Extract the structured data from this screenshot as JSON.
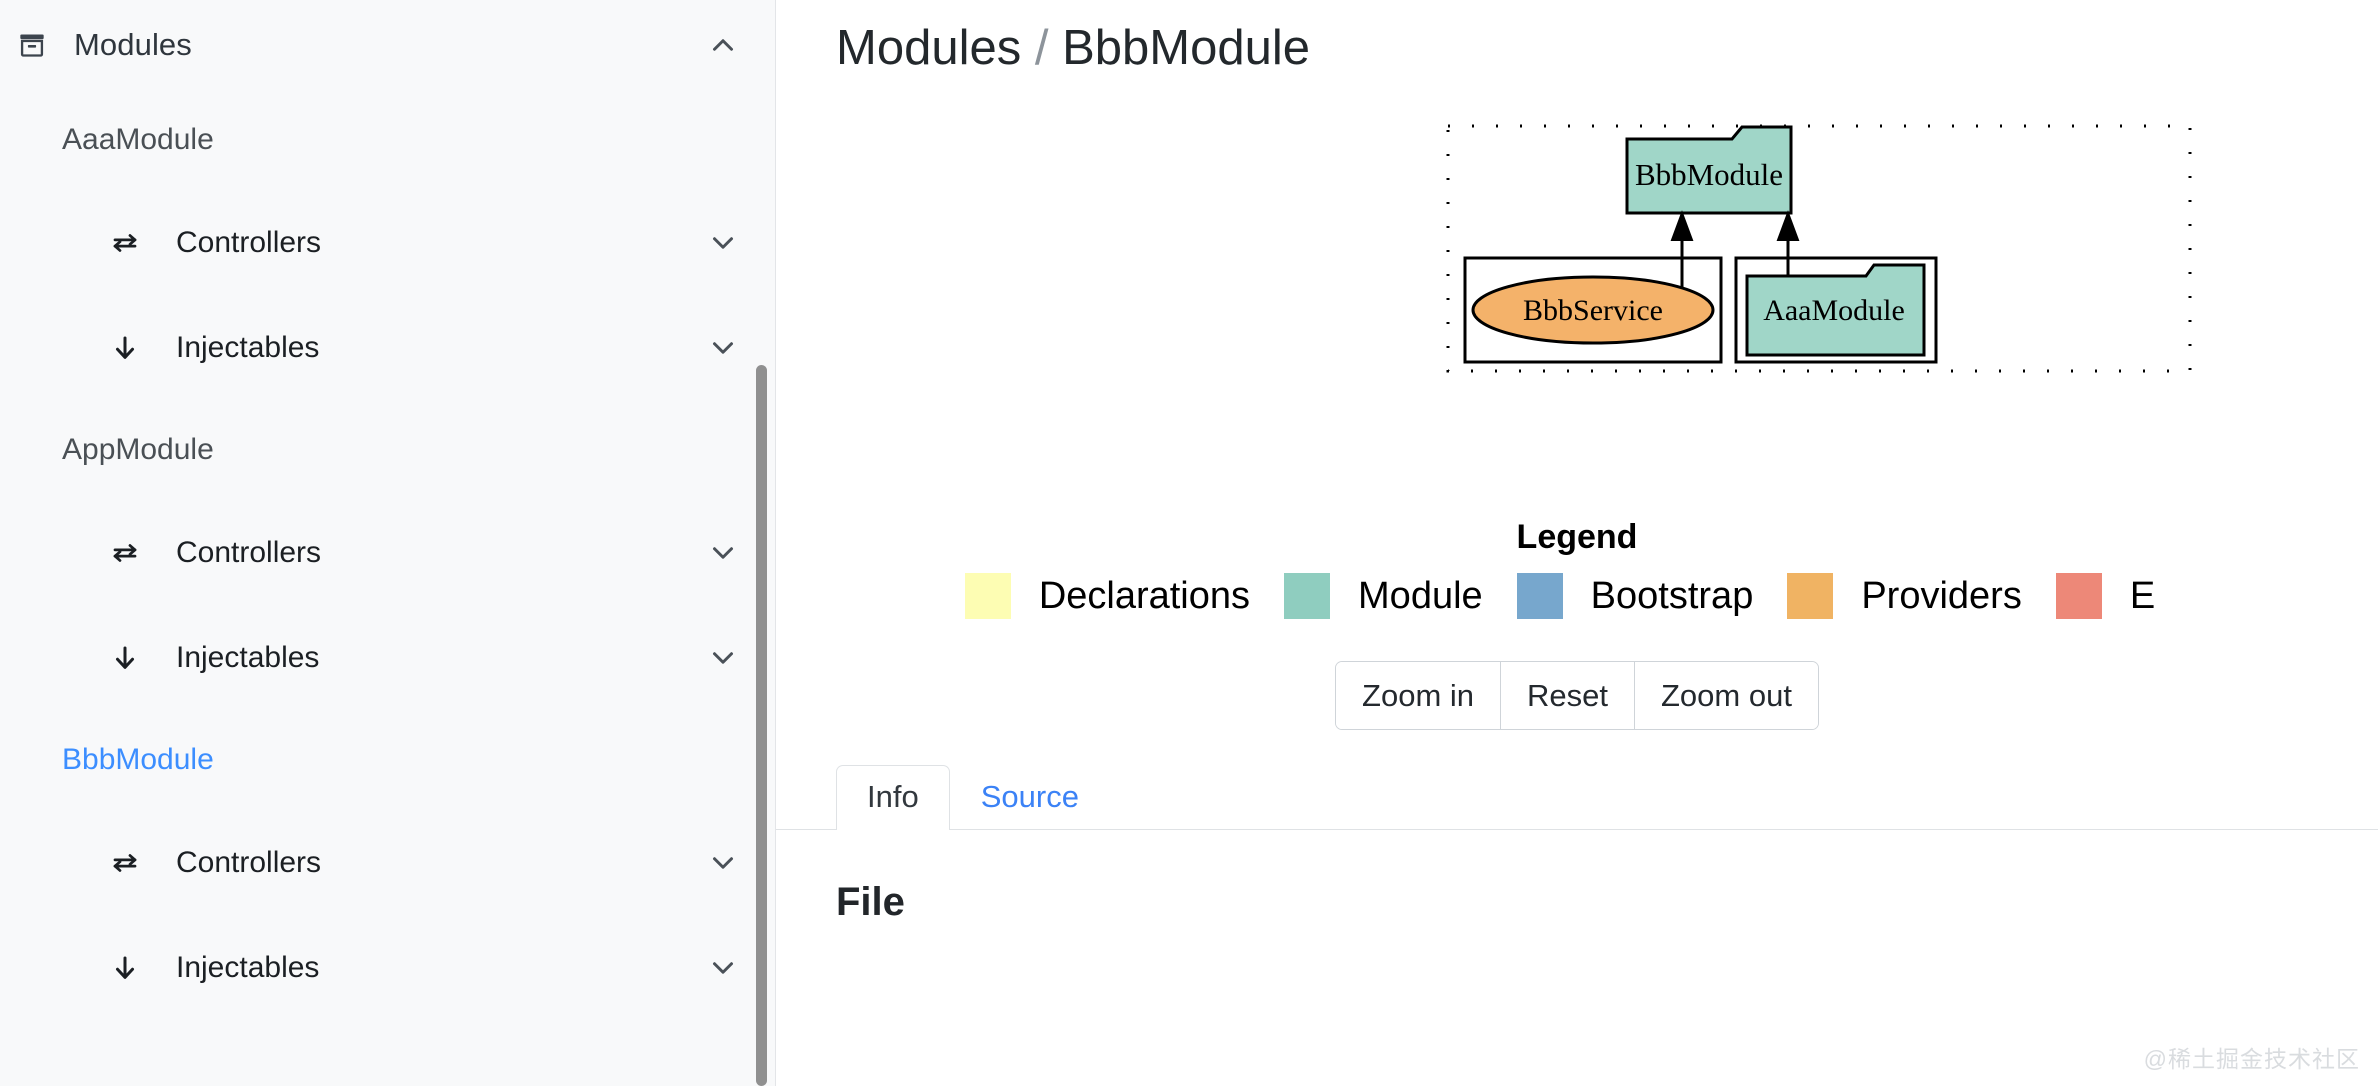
{
  "sidebar": {
    "header": {
      "label": "Modules",
      "icon": "archive-icon",
      "chevron": "chevron-up-icon"
    },
    "groups": [
      {
        "name": "AaaModule",
        "active": false,
        "items": [
          {
            "label": "Controllers",
            "icon": "exchange-arrows-icon",
            "chevron": "chevron-down-icon"
          },
          {
            "label": "Injectables",
            "icon": "arrow-down-icon",
            "chevron": "chevron-down-icon"
          }
        ]
      },
      {
        "name": "AppModule",
        "active": false,
        "items": [
          {
            "label": "Controllers",
            "icon": "exchange-arrows-icon",
            "chevron": "chevron-down-icon"
          },
          {
            "label": "Injectables",
            "icon": "arrow-down-icon",
            "chevron": "chevron-down-icon"
          }
        ]
      },
      {
        "name": "BbbModule",
        "active": true,
        "items": [
          {
            "label": "Controllers",
            "icon": "exchange-arrows-icon",
            "chevron": "chevron-down-icon"
          },
          {
            "label": "Injectables",
            "icon": "arrow-down-icon",
            "chevron": "chevron-down-icon"
          }
        ]
      }
    ],
    "active_color": "#3c8eff"
  },
  "main": {
    "breadcrumb": {
      "root": "Modules",
      "separator": "/",
      "current": "BbbModule"
    },
    "graph": {
      "root_node": "BbbModule",
      "cluster_left_node": "BbbService",
      "cluster_right_node": "AaaModule",
      "module_fill": "#a0d6c8",
      "provider_fill": "#f4b26a",
      "edge_count": 2
    },
    "legend": {
      "title": "Legend",
      "items": [
        {
          "label": "Declarations",
          "color": "#fdfdb3"
        },
        {
          "label": "Module",
          "color": "#8fcdbf"
        },
        {
          "label": "Bootstrap",
          "color": "#77a7cd"
        },
        {
          "label": "Providers",
          "color": "#f0b363"
        },
        {
          "label": "E",
          "color": "#ed8878"
        }
      ]
    },
    "zoom_controls": [
      {
        "label": "Zoom in",
        "name": "zoom-in-button"
      },
      {
        "label": "Reset",
        "name": "zoom-reset-button"
      },
      {
        "label": "Zoom out",
        "name": "zoom-out-button"
      }
    ],
    "tabs": [
      {
        "label": "Info",
        "active": true
      },
      {
        "label": "Source",
        "active": false
      }
    ],
    "section_title": "File"
  },
  "watermark": "@稀土掘金技术社区"
}
